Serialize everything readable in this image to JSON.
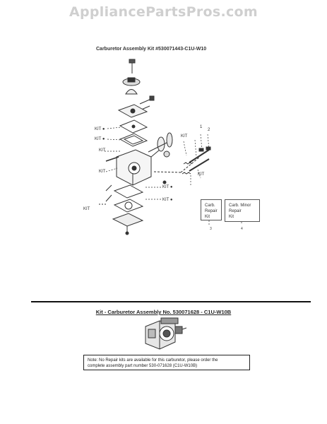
{
  "watermark": "AppliancePartsPros.com",
  "diagram_title": "Carburetor Assembly Kit #530071443-C1U-W10",
  "kit_labels": [
    "KIT ●",
    "KIT ●",
    "KIT",
    "KIT",
    "KIT",
    "KIT",
    "KIT ●",
    "KIT ●",
    "KIT"
  ],
  "callouts": [
    "1",
    "2"
  ],
  "repair_kit_box": {
    "line1": "Carb.",
    "line2": "Repair",
    "line3": "Kit",
    "number": "3"
  },
  "minor_repair_box": {
    "line1": "Carb. Minor",
    "line2": "Repair",
    "line3": "Kit",
    "number": "4"
  },
  "section_title": "Kit - Carburetor Assembly No. 530071628 - C1U-W10B",
  "note_line1": "Note: No Repair kits are available for this carburetor, please order the",
  "note_line2": "complete assembly part number 530-071628 (C1U-W10B)"
}
